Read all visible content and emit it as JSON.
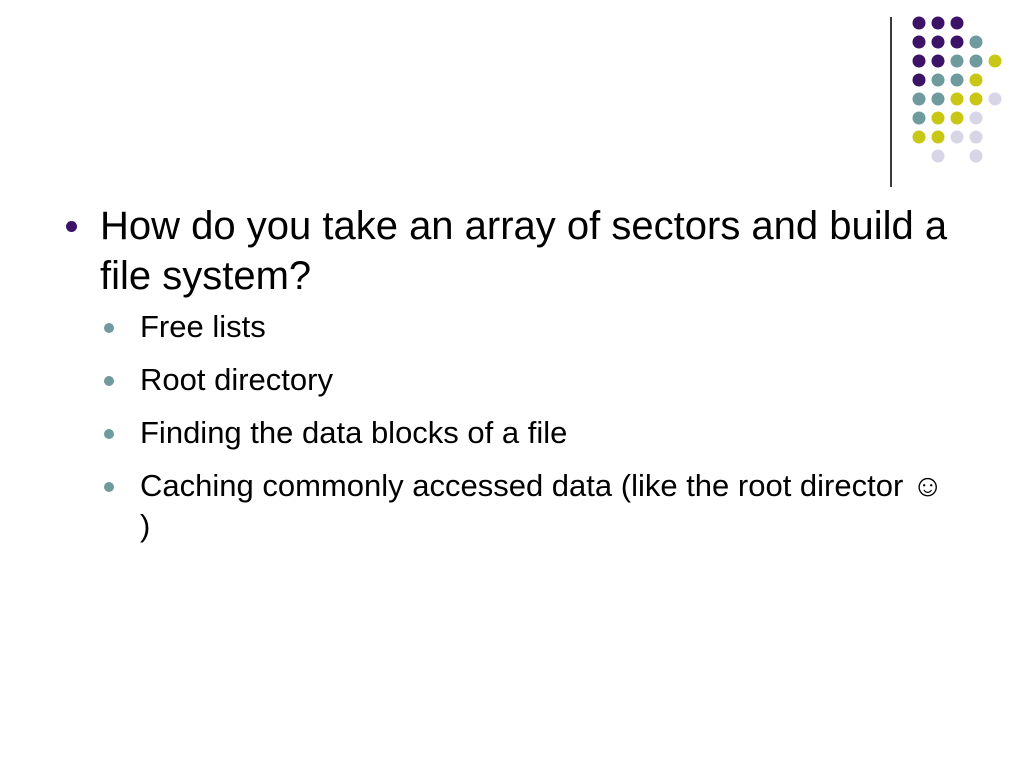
{
  "theme": {
    "purple": "#3d1367",
    "teal": "#6f9a9e",
    "yellow": "#c9c716",
    "lavender": "#d8d6e6",
    "divider": "#3a3a3a"
  },
  "decoration": {
    "icon": "dot-grid-icon",
    "rows": [
      [
        "purple",
        "purple",
        "purple",
        "",
        ""
      ],
      [
        "purple",
        "purple",
        "purple",
        "teal",
        ""
      ],
      [
        "purple",
        "purple",
        "teal",
        "teal",
        "yellow"
      ],
      [
        "purple",
        "teal",
        "teal",
        "yellow",
        ""
      ],
      [
        "teal",
        "teal",
        "yellow",
        "yellow",
        "lavender"
      ],
      [
        "teal",
        "yellow",
        "yellow",
        "lavender",
        ""
      ],
      [
        "yellow",
        "yellow",
        "lavender",
        "lavender",
        ""
      ],
      [
        "",
        "lavender",
        "",
        "lavender",
        ""
      ]
    ]
  },
  "main_bullet": {
    "text": "How do you take an array of sectors and build a file system?",
    "marker_color": "purple"
  },
  "sub_bullets": [
    {
      "text": "Free lists"
    },
    {
      "text": "Root directory"
    },
    {
      "text": "Finding the data blocks of a file"
    },
    {
      "text": "Caching commonly accessed data (like the root director ☺ )"
    }
  ],
  "sub_marker_color": "teal"
}
